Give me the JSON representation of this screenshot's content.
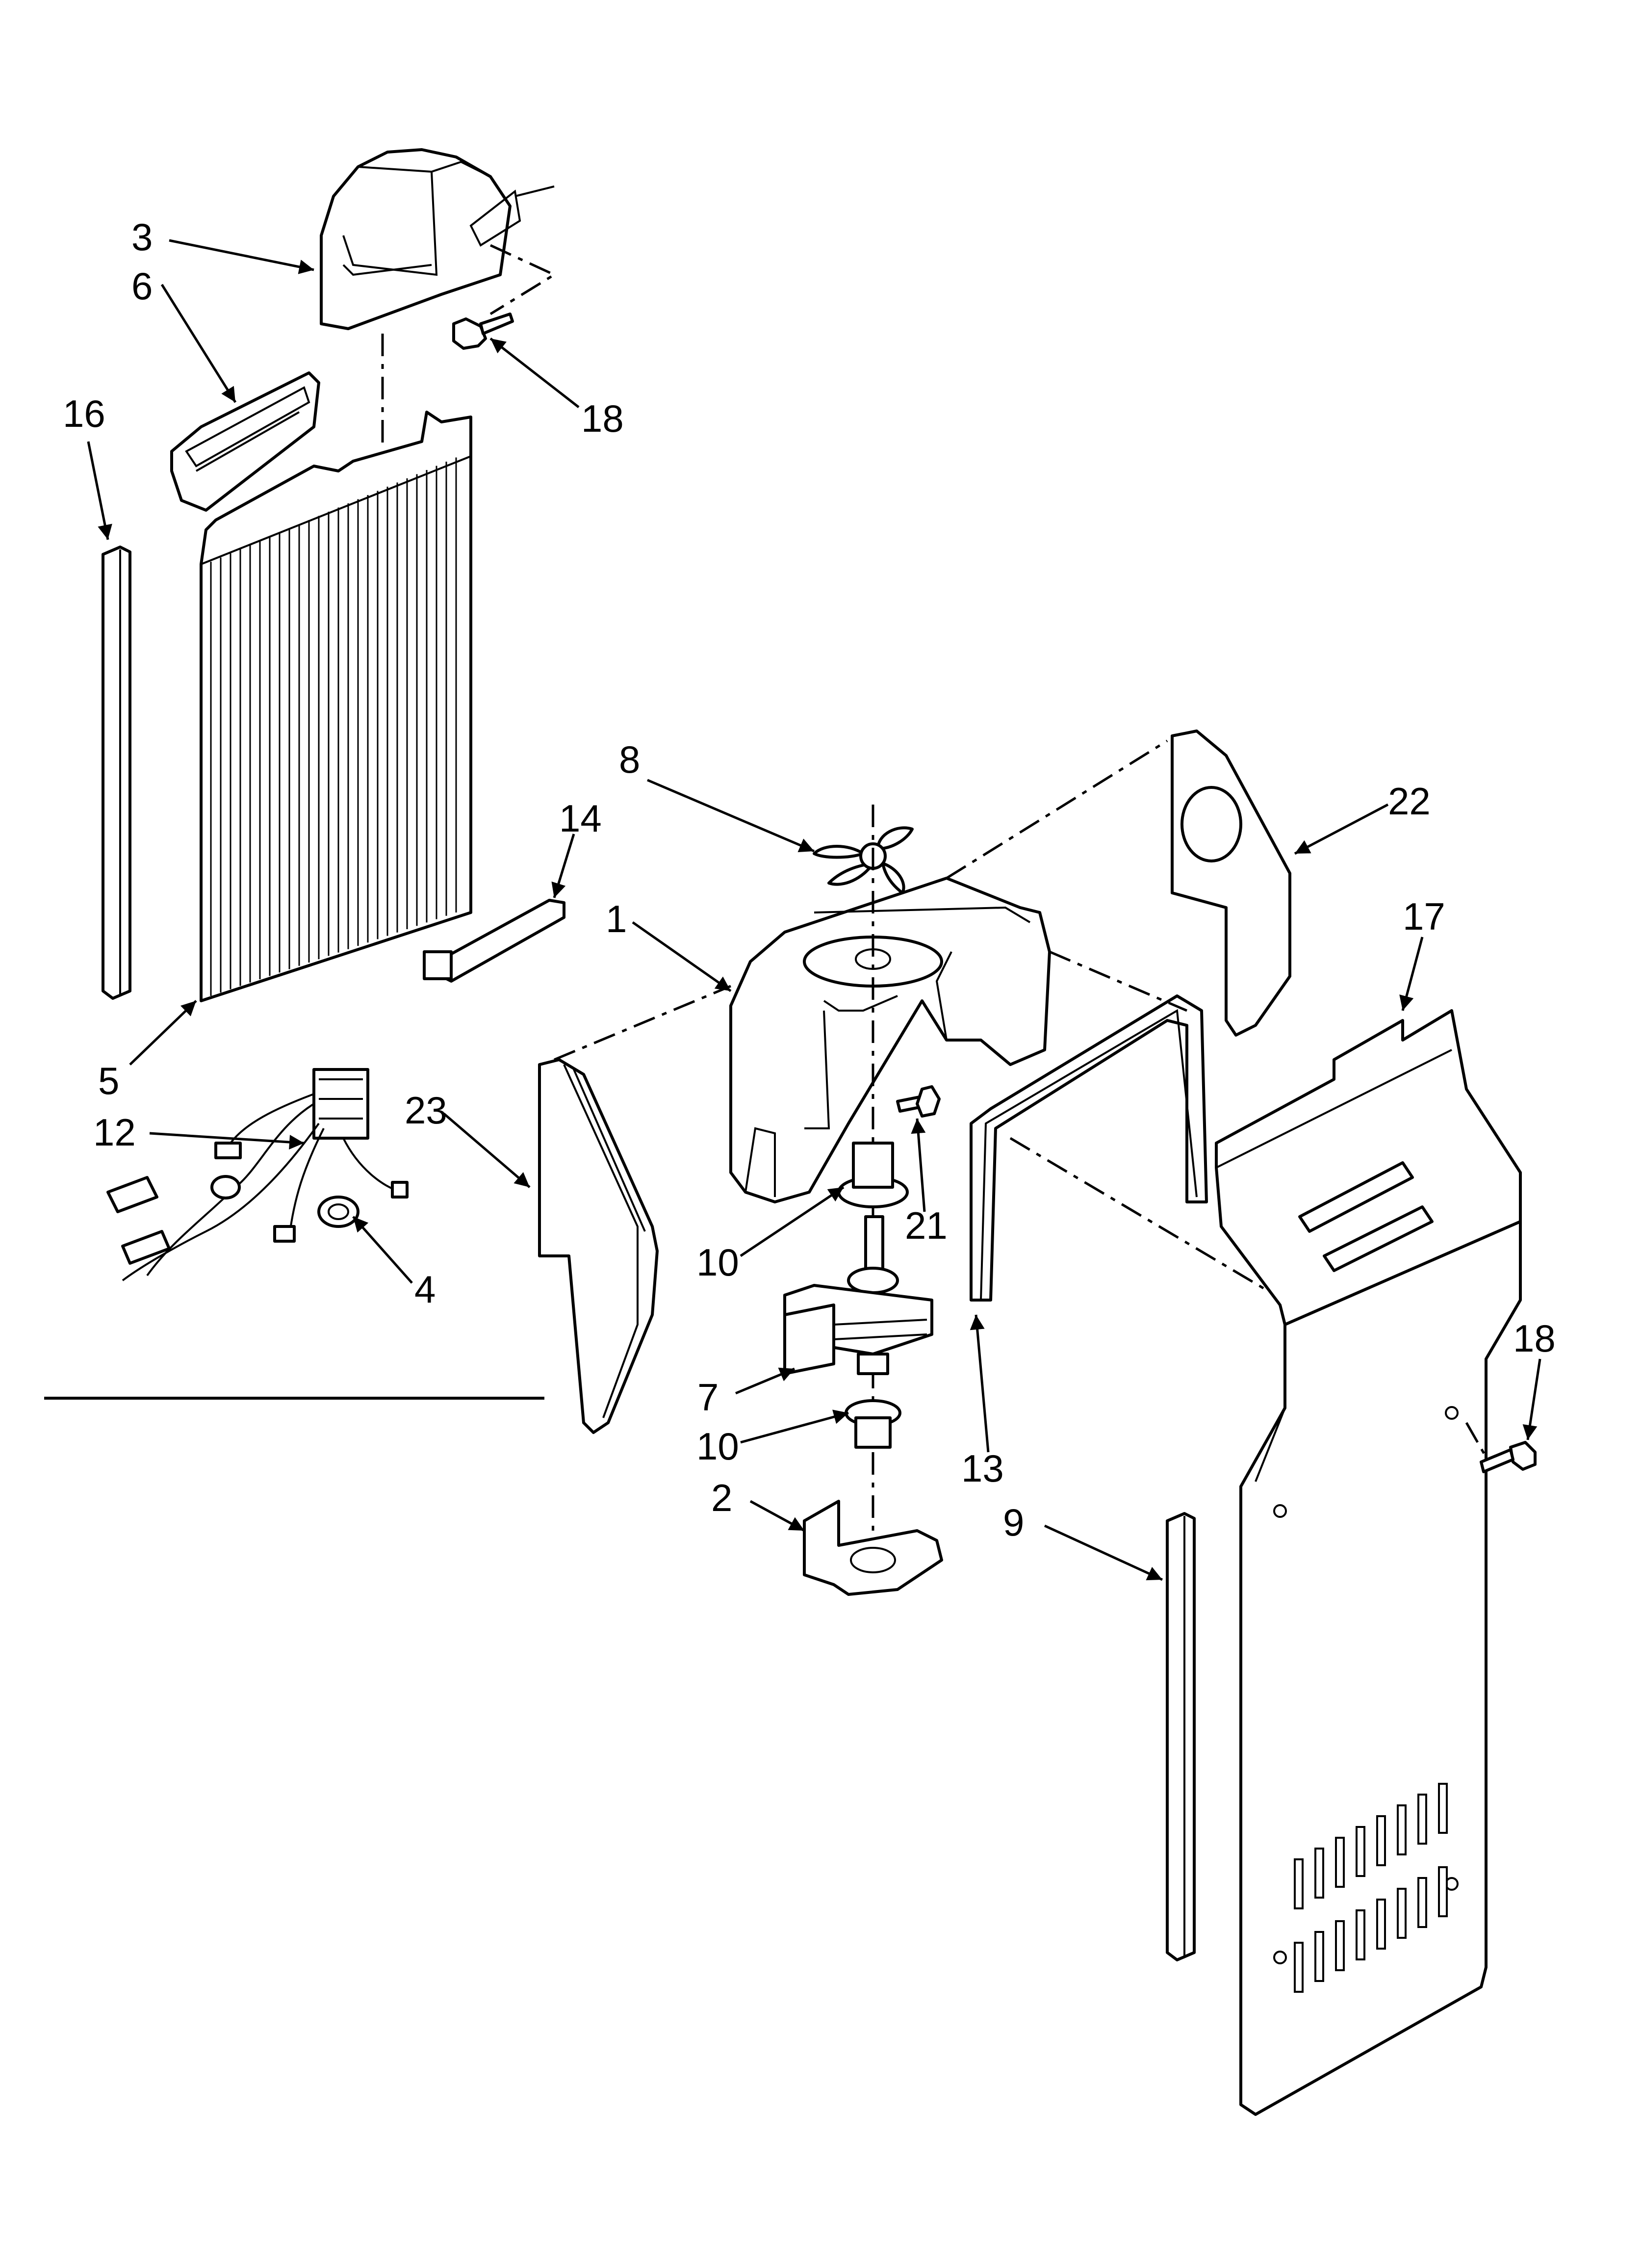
{
  "callouts": {
    "c1": "1",
    "c2": "2",
    "c3": "3",
    "c4": "4",
    "c5": "5",
    "c6": "6",
    "c7": "7",
    "c8": "8",
    "c9": "9",
    "c10a": "10",
    "c10b": "10",
    "c12": "12",
    "c13": "13",
    "c14": "14",
    "c16": "16",
    "c17": "17",
    "c18a": "18",
    "c18b": "18",
    "c21": "21",
    "c22": "22",
    "c23": "23"
  }
}
